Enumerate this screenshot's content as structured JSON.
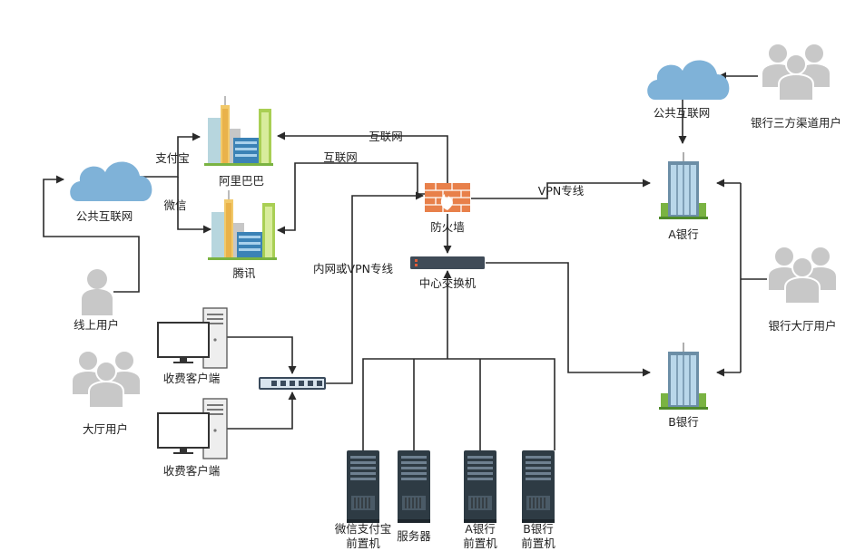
{
  "labels": {
    "internet_left": "公共互联网",
    "online_user": "线上用户",
    "hall_user_left": "大厅用户",
    "alipay": "支付宝",
    "wechat": "微信",
    "alibaba": "阿里巴巴",
    "tencent": "腾讯",
    "internet_edge_1": "互联网",
    "internet_edge_2": "互联网",
    "intranet_vpn": "内网或VPN专线",
    "firewall": "防火墙",
    "vpn_line": "VPN专线",
    "core_switch": "中心交换机",
    "client_1": "收费客户端",
    "client_2": "收费客户端",
    "server_wechat_1": "微信支付宝",
    "server_wechat_2": "前置机",
    "server_main": "服务器",
    "server_a_1": "A银行",
    "server_a_2": "前置机",
    "server_b_1": "B银行",
    "server_b_2": "前置机",
    "internet_right": "公共互联网",
    "third_party_users": "银行三方渠道用户",
    "bank_a": "A银行",
    "bank_b": "B银行",
    "bank_hall_users": "银行大厅用户"
  },
  "colors": {
    "cloud": "#7fb2d8",
    "person": "#c8c8c8",
    "firewall": "#e8804a",
    "server": "#2e3b44",
    "line": "#2a2a2a"
  }
}
